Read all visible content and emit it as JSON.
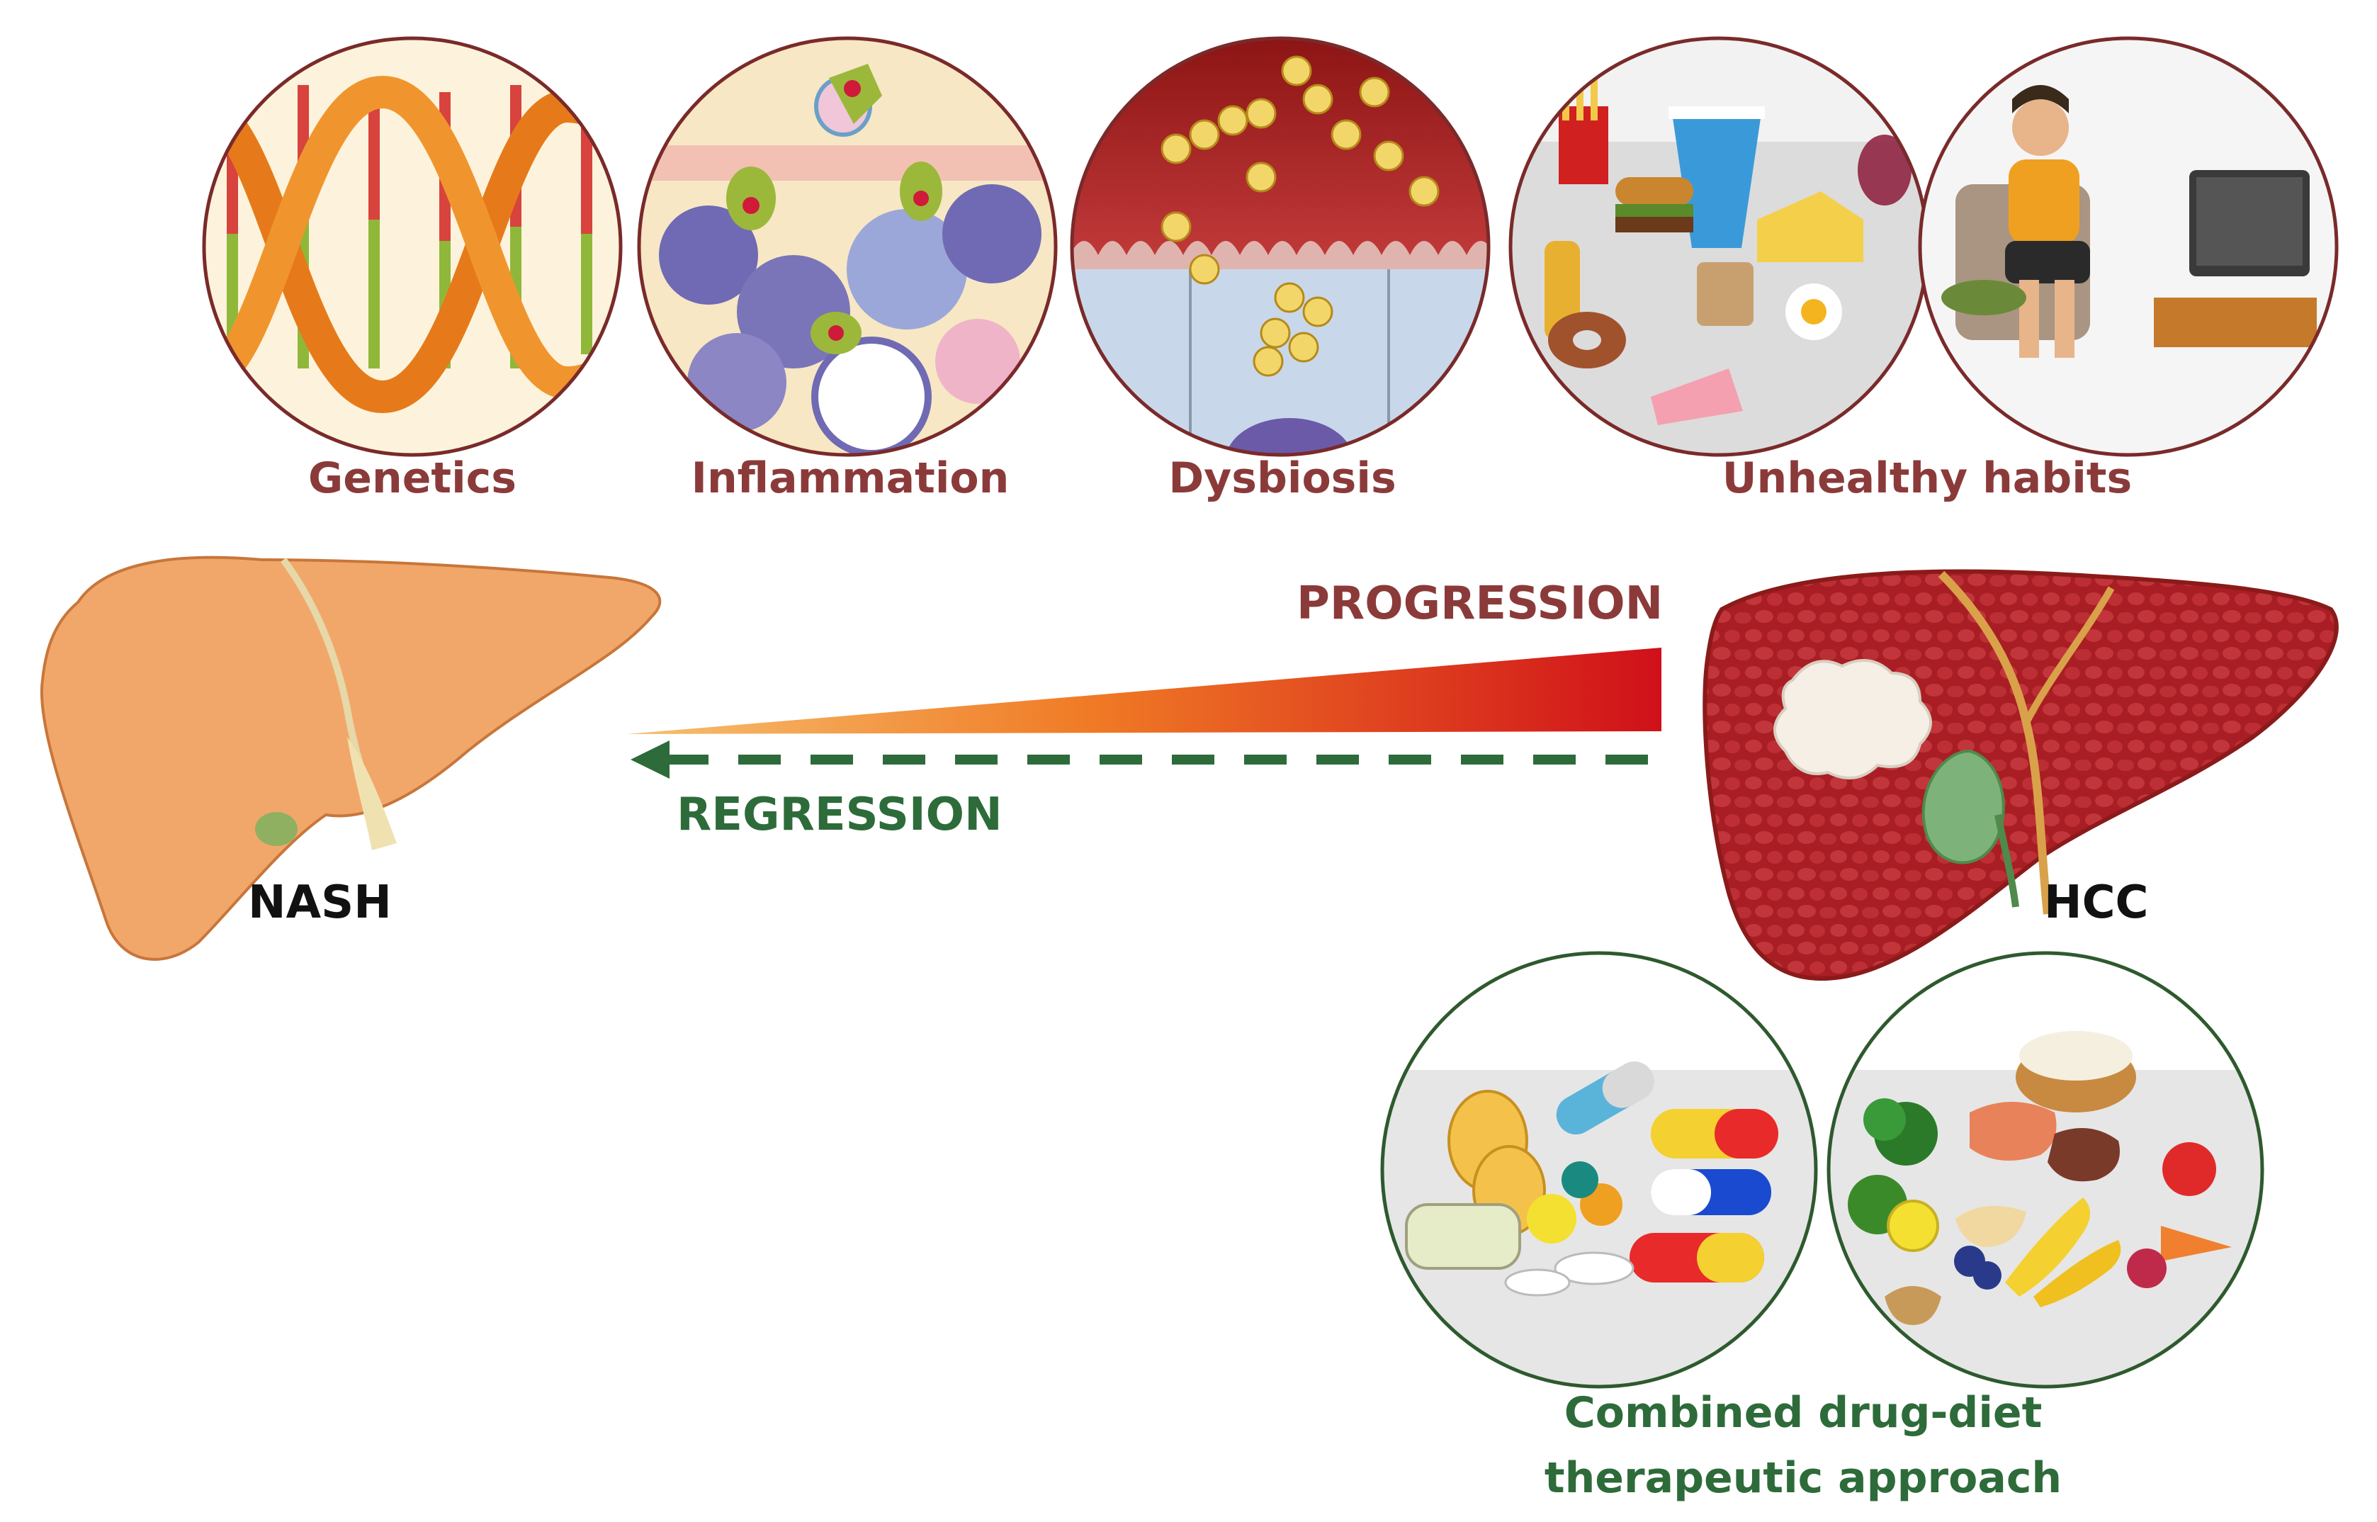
{
  "factors": {
    "genetics": "Genetics",
    "inflammation": "Inflammation",
    "dysbiosis": "Dysbiosis",
    "unhealthy_habits": "Unhealthy habits"
  },
  "stages": {
    "start": "NASH",
    "end": "HCC"
  },
  "arrows": {
    "progression": "PROGRESSION",
    "regression": "REGRESSION"
  },
  "therapy": {
    "line1": "Combined drug-diet",
    "line2": "therapeutic approach"
  },
  "colors": {
    "factor_text": "#8b3a3a",
    "regression": "#2e6b3a",
    "healthy_liver": "#f2a76a",
    "diseased_liver": "#b22a2a"
  }
}
